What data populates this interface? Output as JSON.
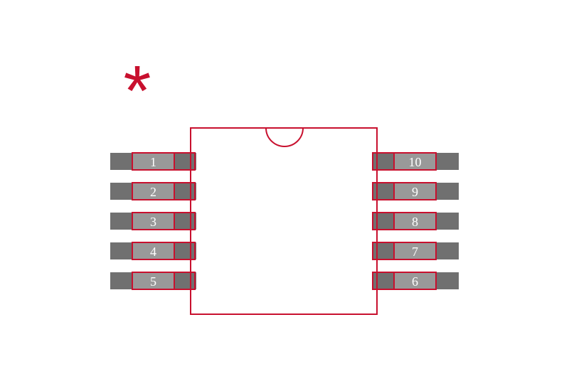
{
  "marker": {
    "symbol": "*"
  },
  "colors": {
    "background": "#ffffff",
    "outline": "#c8102e",
    "pad_dark": "#707070",
    "pad_light": "#999999",
    "pin_text": "#ffffff"
  },
  "pins": {
    "left": [
      "1",
      "2",
      "3",
      "4",
      "5"
    ],
    "right": [
      "10",
      "9",
      "8",
      "7",
      "6"
    ]
  }
}
